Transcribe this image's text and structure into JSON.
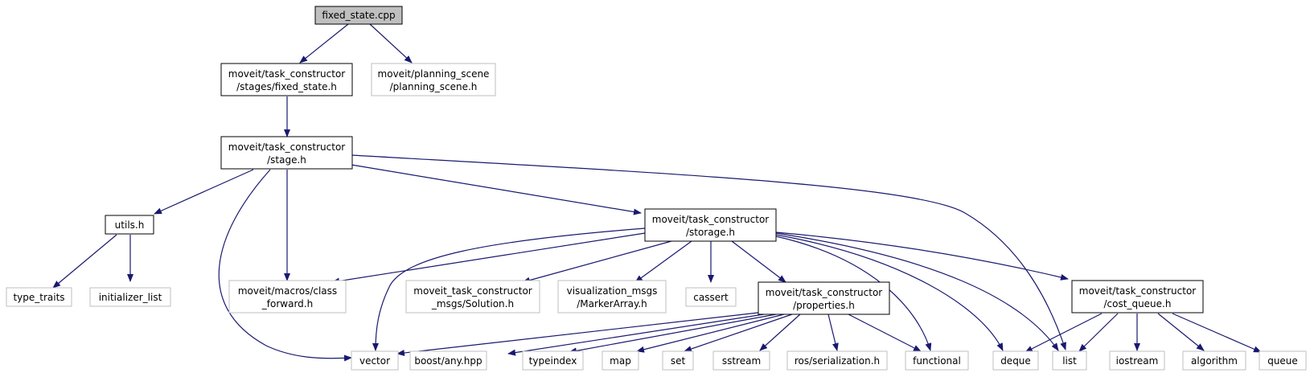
{
  "colors": {
    "edge": "#191970",
    "root_fill": "#bfbfbf",
    "local_border": "#000000",
    "system_border": "#bfbfbf",
    "text": "#000000"
  },
  "nodes": {
    "fixed_state_cpp": {
      "lines": [
        "fixed_state.cpp"
      ]
    },
    "fixed_state_h": {
      "lines": [
        "moveit/task_constructor",
        "/stages/fixed_state.h"
      ]
    },
    "planning_scene_h": {
      "lines": [
        "moveit/planning_scene",
        "/planning_scene.h"
      ]
    },
    "stage_h": {
      "lines": [
        "moveit/task_constructor",
        "/stage.h"
      ]
    },
    "utils_h": {
      "lines": [
        "utils.h"
      ]
    },
    "storage_h": {
      "lines": [
        "moveit/task_constructor",
        "/storage.h"
      ]
    },
    "type_traits": {
      "lines": [
        "type_traits"
      ]
    },
    "initializer_list": {
      "lines": [
        "initializer_list"
      ]
    },
    "class_forward_h": {
      "lines": [
        "moveit/macros/class",
        "_forward.h"
      ]
    },
    "solution_h": {
      "lines": [
        "moveit_task_constructor",
        "_msgs/Solution.h"
      ]
    },
    "marker_array_h": {
      "lines": [
        "visualization_msgs",
        "/MarkerArray.h"
      ]
    },
    "cassert": {
      "lines": [
        "cassert"
      ]
    },
    "properties_h": {
      "lines": [
        "moveit/task_constructor",
        "/properties.h"
      ]
    },
    "cost_queue_h": {
      "lines": [
        "moveit/task_constructor",
        "/cost_queue.h"
      ]
    },
    "vector": {
      "lines": [
        "vector"
      ]
    },
    "boost_any_hpp": {
      "lines": [
        "boost/any.hpp"
      ]
    },
    "typeindex": {
      "lines": [
        "typeindex"
      ]
    },
    "map": {
      "lines": [
        "map"
      ]
    },
    "set": {
      "lines": [
        "set"
      ]
    },
    "sstream": {
      "lines": [
        "sstream"
      ]
    },
    "ros_serialization_h": {
      "lines": [
        "ros/serialization.h"
      ]
    },
    "functional": {
      "lines": [
        "functional"
      ]
    },
    "deque": {
      "lines": [
        "deque"
      ]
    },
    "list": {
      "lines": [
        "list"
      ]
    },
    "iostream": {
      "lines": [
        "iostream"
      ]
    },
    "algorithm": {
      "lines": [
        "algorithm"
      ]
    },
    "queue": {
      "lines": [
        "queue"
      ]
    }
  }
}
